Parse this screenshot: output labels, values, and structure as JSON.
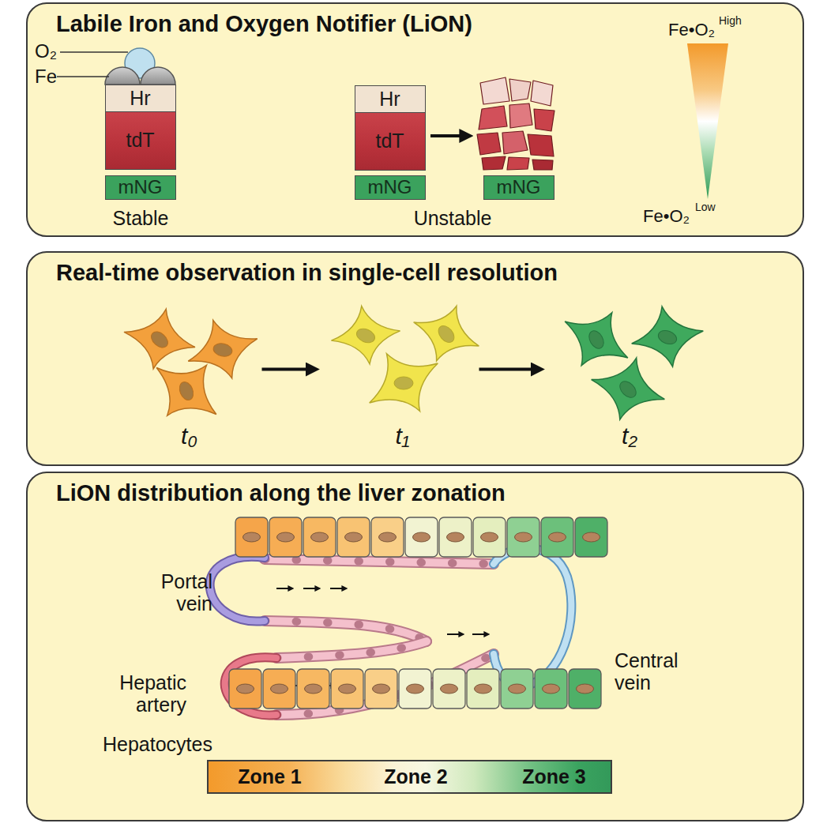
{
  "diagram": {
    "nodes": [
      {
        "text": [
          "Labile Iron and Oxygen Notifier (LiON)"
        ]
      },
      {
        "text": [
          "Hr"
        ],
        "in": 0
      },
      {
        "text": [
          "tdT"
        ],
        "in": 0
      },
      {
        "text": [
          "mNG"
        ],
        "in": 0
      },
      {
        "text": [
          "Hr"
        ],
        "in": 0
      },
      {
        "text": [
          "tdT"
        ],
        "in": 0
      },
      {
        "text": [
          "mNG"
        ],
        "in": 0
      },
      {
        "text": [
          "mNG"
        ],
        "in": 0
      },
      {
        "text": [
          "Real-time observation in single-cell resolution"
        ]
      },
      {
        "text": [
          "t₀"
        ],
        "in": 8
      },
      {
        "text": [
          "t₁"
        ],
        "in": 8
      },
      {
        "text": [
          "t₂"
        ],
        "in": 8
      },
      {
        "text": [
          "LiON distribution along the liver zonation"
        ]
      },
      {
        "text": [
          "Zone 1",
          "Zone 2",
          "Zone 3"
        ],
        "in": 12
      }
    ],
    "edges": [
      {
        "from": 9,
        "to": 10,
        "arrow": "to"
      },
      {
        "from": 10,
        "to": 11,
        "arrow": "to"
      }
    ],
    "labels": [
      "O₂",
      "Fe",
      "Stable",
      "Unstable",
      "Fe•O₂",
      "High",
      "Fe•O₂",
      "Low",
      "Portal vein",
      "Hepatic artery",
      "Central vein",
      "Hepatocytes"
    ]
  }
}
